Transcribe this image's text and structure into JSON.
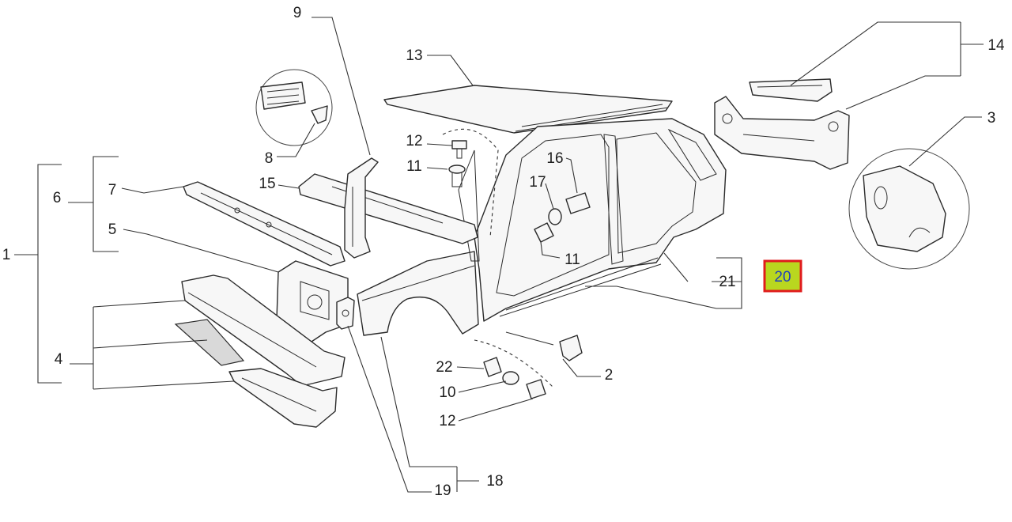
{
  "diagram": {
    "selected_part": "20",
    "callouts": {
      "c1": "1",
      "c2": "2",
      "c3": "3",
      "c4": "4",
      "c5": "5",
      "c6": "6",
      "c7": "7",
      "c8": "8",
      "c9": "9",
      "c10": "10",
      "c11a": "11",
      "c11b": "11",
      "c12a": "12",
      "c12b": "12",
      "c13": "13",
      "c14": "14",
      "c15": "15",
      "c16": "16",
      "c17": "17",
      "c18": "18",
      "c19": "19",
      "c20": "20",
      "c21": "21",
      "c22": "22"
    },
    "colors": {
      "selected_fill": "#b9d71f",
      "selected_border": "#e01c1c",
      "line": "#2b2b2b"
    }
  }
}
